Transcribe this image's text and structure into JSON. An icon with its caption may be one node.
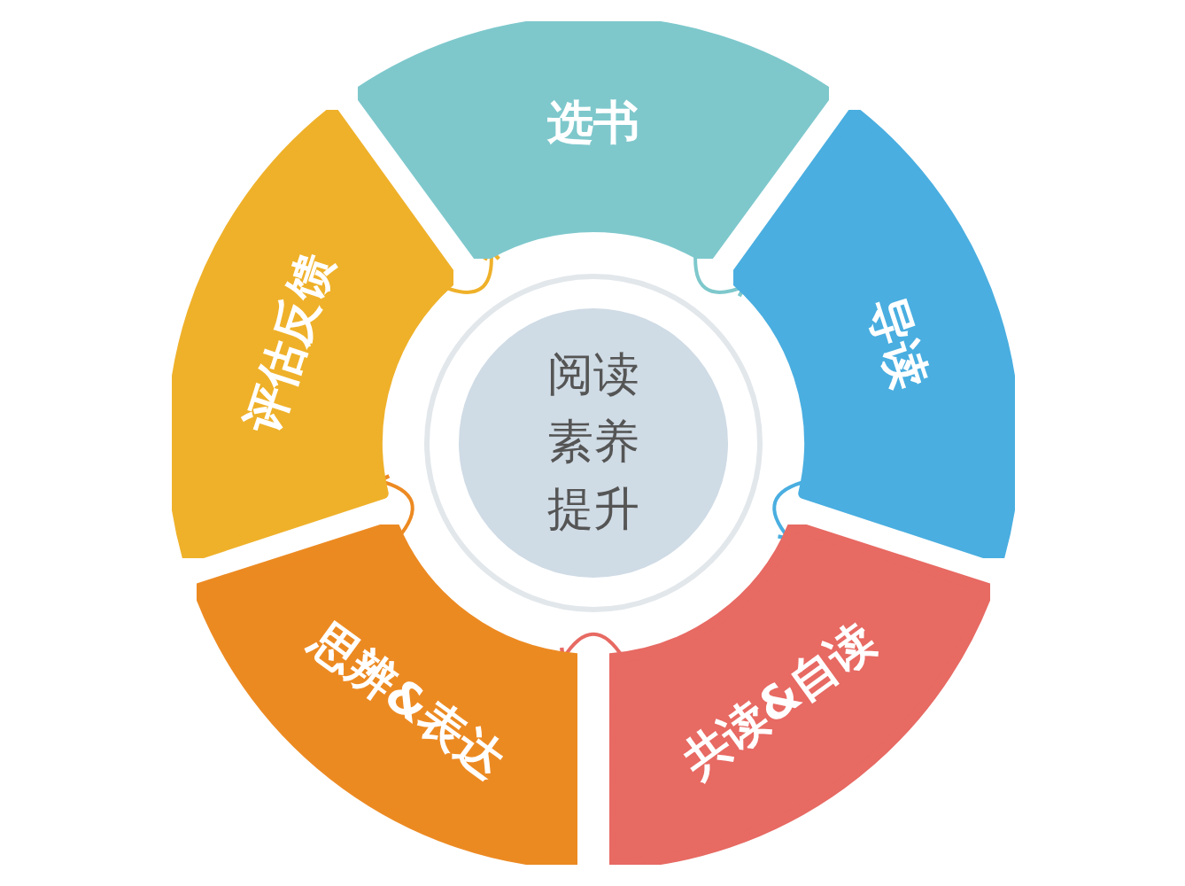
{
  "diagram": {
    "nodes": [
      {
        "text": [
          "阅读素养提升"
        ]
      },
      {
        "text": [
          "选书"
        ]
      },
      {
        "text": [
          "导读"
        ]
      },
      {
        "text": [
          "共读&自读"
        ]
      },
      {
        "text": [
          "思辨&表达"
        ]
      },
      {
        "text": [
          "评估反馈"
        ]
      }
    ],
    "edges": [
      {
        "from": 1,
        "to": 2,
        "arrow": "to",
        "color": "#7ec8cc"
      },
      {
        "from": 2,
        "to": 3,
        "arrow": "to",
        "color": "#4aaee0"
      },
      {
        "from": 3,
        "to": 4,
        "arrow": "to",
        "color": "#e76a63"
      },
      {
        "from": 4,
        "to": 5,
        "arrow": "to",
        "color": "#ec8a22"
      },
      {
        "from": 5,
        "to": 1,
        "arrow": "to",
        "color": "#efb12a"
      }
    ]
  }
}
